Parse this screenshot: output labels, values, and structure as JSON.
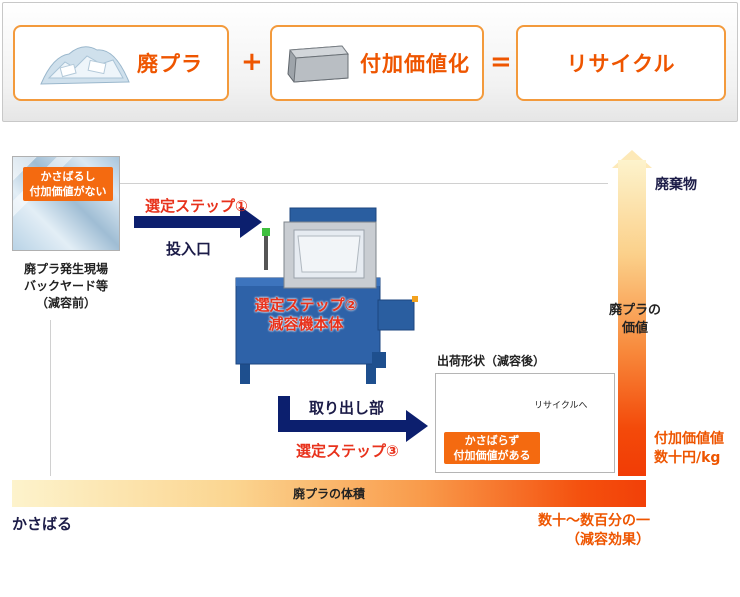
{
  "equation": {
    "term1": "廃プラ",
    "plus": "+",
    "term2": "付加価値化",
    "equals": "=",
    "result": "リサイクル"
  },
  "process": {
    "source_tag_line1": "かさばるし",
    "source_tag_line2": "付加価値がない",
    "source_line1": "廃プラ発生現場",
    "source_line2": "バックヤード等",
    "source_line3": "（減容前）",
    "step1": "選定ステップ①",
    "step1_sub": "投入口",
    "step2_line1": "選定ステップ②",
    "step2_line2": "減容機本体",
    "output_title": "出荷形状（減容後）",
    "output_label": "リサイクルへ",
    "output_tag_line1": "かさばらず",
    "output_tag_line2": "付加価値がある",
    "step3_sub": "取り出し部",
    "step3": "選定ステップ③"
  },
  "value_axis": {
    "top": "廃棄物",
    "middle_line1": "廃プラの",
    "middle_line2": "価値",
    "bottom_line1": "付加価値値",
    "bottom_line2": "数十円/kg"
  },
  "volume_axis": {
    "title": "廃プラの体積",
    "left": "かさばる",
    "right_line1": "数十〜数百分の一",
    "right_line2": "（減容効果）"
  },
  "colors": {
    "accent_orange": "#ee5500",
    "box_border": "#f39a3c",
    "step_red": "#e8321c",
    "arrow_navy": "#0c1f6e",
    "machine_blue": "#2e62a8"
  }
}
